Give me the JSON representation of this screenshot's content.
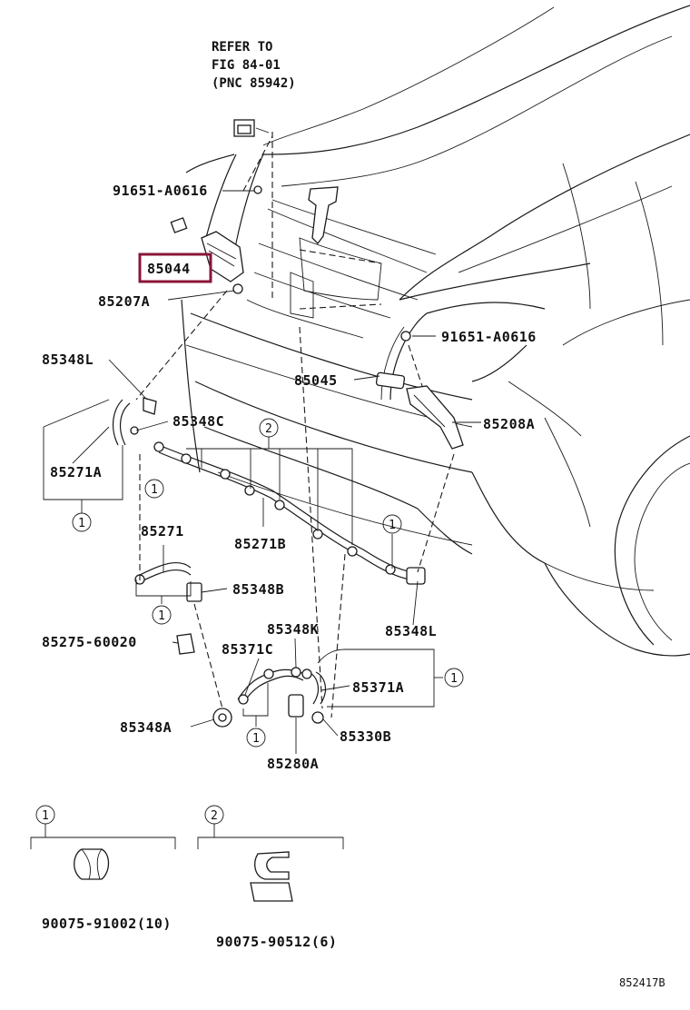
{
  "note": {
    "line1": "REFER TO",
    "line2": "FIG 84-01",
    "line3": "(PNC 85942)"
  },
  "highlight_color": "#8a1538",
  "labels": {
    "bolt_upper": "91651-A0616",
    "bolt_right": "91651-A0616",
    "p85044": "85044",
    "p85207a": "85207A",
    "p85348l_top": "85348L",
    "p85348c": "85348C",
    "p85271a": "85271A",
    "p85045": "85045",
    "p85208a": "85208A",
    "p85271b": "85271B",
    "p85271": "85271",
    "p85348b": "85348B",
    "p85348l_bot": "85348L",
    "p85275": "85275-60020",
    "p85348k": "85348K",
    "p85371c": "85371C",
    "p85371a": "85371A",
    "p85348a": "85348A",
    "p85330b": "85330B",
    "p85280a": "85280A"
  },
  "markers": {
    "one": "1",
    "two": "2"
  },
  "legend": {
    "item1_part": "90075-91002(10)",
    "item2_part": "90075-90512(6)"
  },
  "diagram_code": "852417B"
}
